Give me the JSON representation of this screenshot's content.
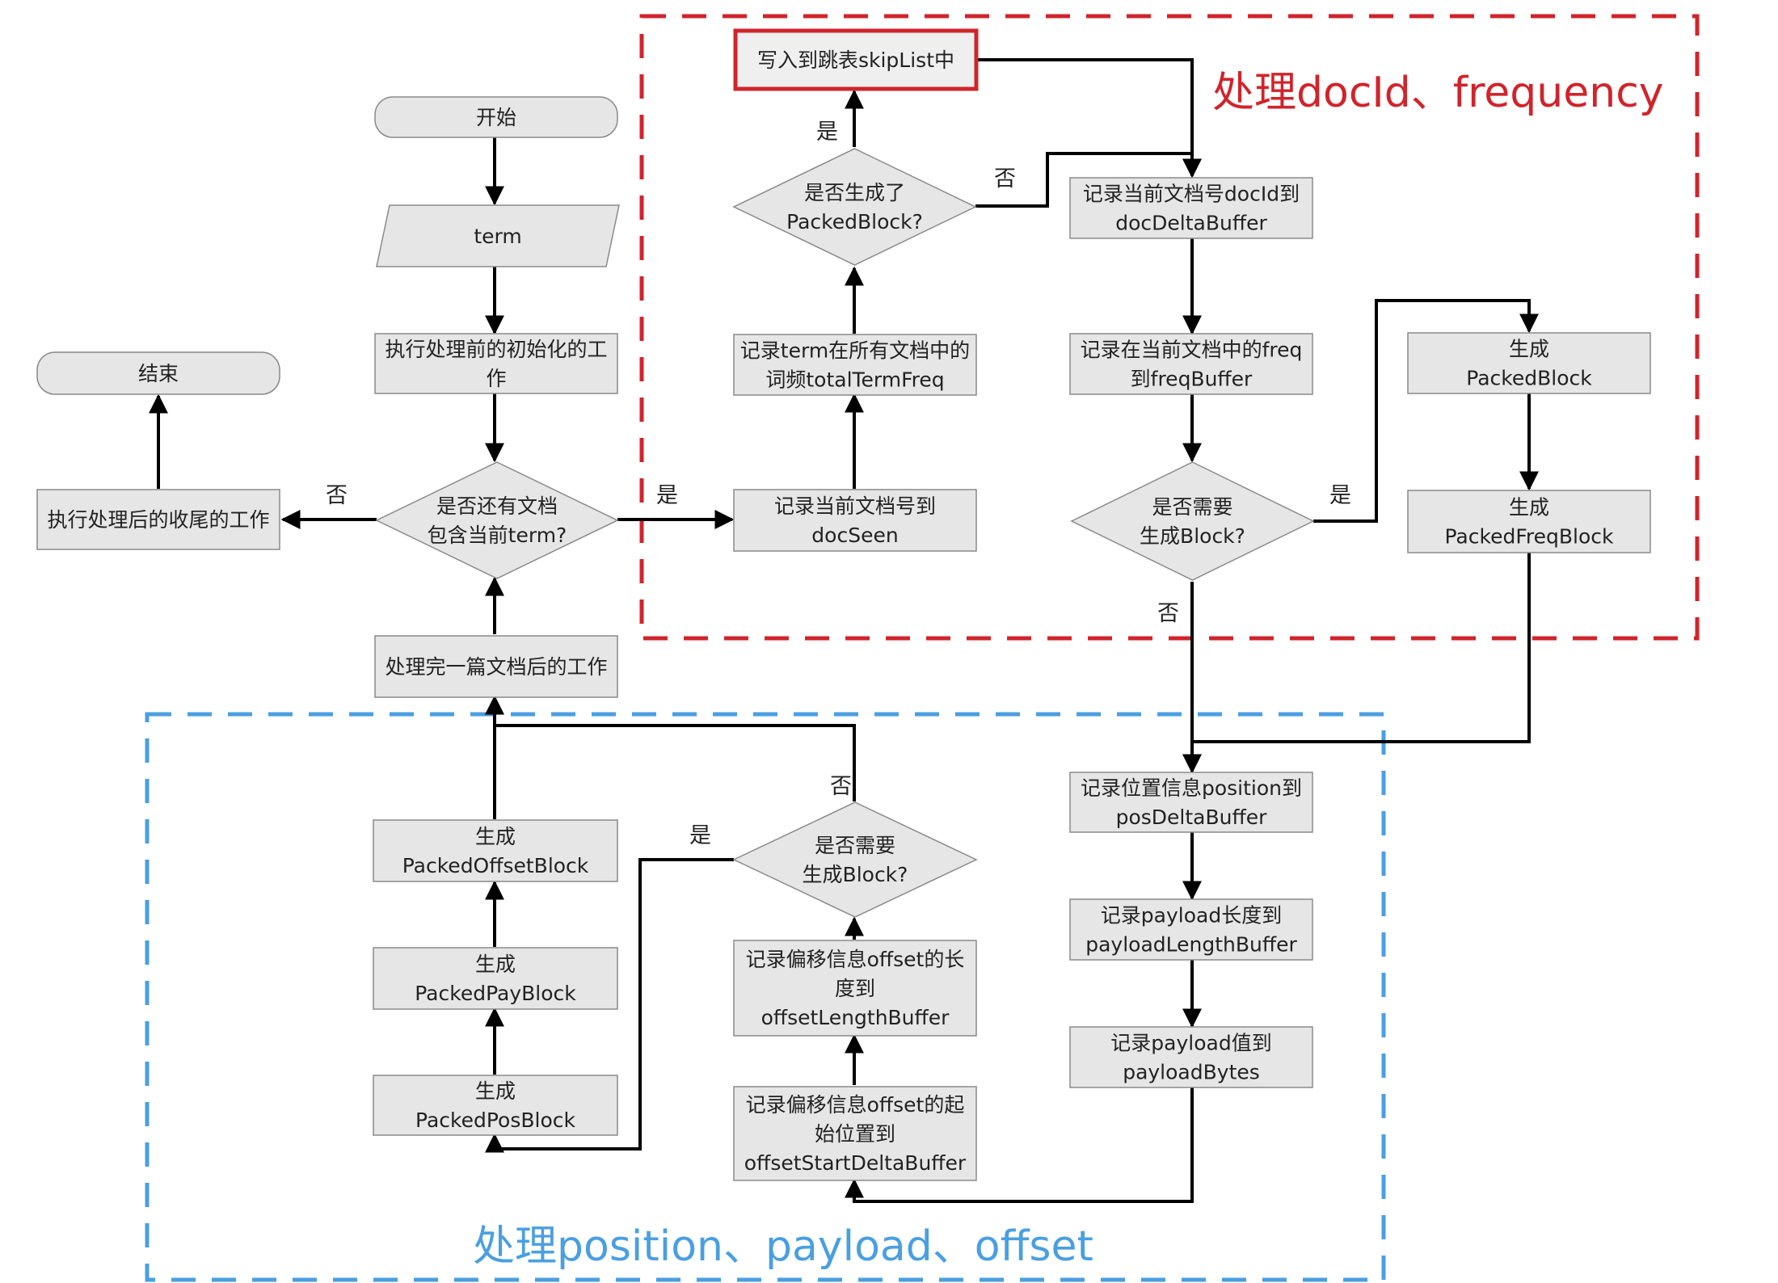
{
  "groups": {
    "doc_freq": {
      "label": "处理docId、frequency",
      "color": "#d0242b"
    },
    "pos_payload_offset": {
      "label": "处理position、payload、offset",
      "color": "#4a9fe0"
    }
  },
  "nodes": {
    "start": {
      "lines": [
        "开始"
      ]
    },
    "term": {
      "lines": [
        "term"
      ]
    },
    "init": {
      "lines": [
        "执行处理前的初始化的工",
        "作"
      ]
    },
    "end": {
      "lines": [
        "结束"
      ]
    },
    "finish": {
      "lines": [
        "执行处理后的收尾的工作"
      ]
    },
    "has_doc": {
      "lines": [
        "是否还有文档",
        "包含当前term?"
      ]
    },
    "after_doc": {
      "lines": [
        "处理完一篇文档后的工作"
      ]
    },
    "doc_seen": {
      "lines": [
        "记录当前文档号到",
        "docSeen"
      ]
    },
    "total_freq": {
      "lines": [
        "记录term在所有文档中的",
        "词频totalTermFreq"
      ]
    },
    "packed_q": {
      "lines": [
        "是否生成了",
        "PackedBlock?"
      ]
    },
    "skiplist": {
      "lines": [
        "写入到跳表skipList中"
      ]
    },
    "doc_delta": {
      "lines": [
        "记录当前文档号docId到",
        "docDeltaBuffer"
      ]
    },
    "freq_buf": {
      "lines": [
        "记录在当前文档中的freq",
        "到freqBuffer"
      ]
    },
    "need_block1": {
      "lines": [
        "是否需要",
        "生成Block?"
      ]
    },
    "packed_block": {
      "lines": [
        "生成",
        "PackedBlock"
      ]
    },
    "packed_freq": {
      "lines": [
        "生成",
        "PackedFreqBlock"
      ]
    },
    "pos_delta": {
      "lines": [
        "记录位置信息position到",
        "posDeltaBuffer"
      ]
    },
    "payload_len": {
      "lines": [
        "记录payload长度到",
        "payloadLengthBuffer"
      ]
    },
    "payload_bytes": {
      "lines": [
        "记录payload值到",
        "payloadBytes"
      ]
    },
    "offset_start": {
      "lines": [
        "记录偏移信息offset的起",
        "始位置到",
        "offsetStartDeltaBuffer"
      ]
    },
    "offset_len": {
      "lines": [
        "记录偏移信息offset的长",
        "度到",
        "offsetLengthBuffer"
      ]
    },
    "need_block2": {
      "lines": [
        "是否需要",
        "生成Block?"
      ]
    },
    "packed_offset": {
      "lines": [
        "生成",
        "PackedOffsetBlock"
      ]
    },
    "packed_pay": {
      "lines": [
        "生成",
        "PackedPayBlock"
      ]
    },
    "packed_pos": {
      "lines": [
        "生成",
        "PackedPosBlock"
      ]
    }
  },
  "edge_labels": {
    "has_doc_no": "否",
    "has_doc_yes": "是",
    "packed_yes": "是",
    "packed_no": "否",
    "block1_yes": "是",
    "block1_no": "否",
    "block2_yes": "是",
    "block2_no": "否"
  }
}
